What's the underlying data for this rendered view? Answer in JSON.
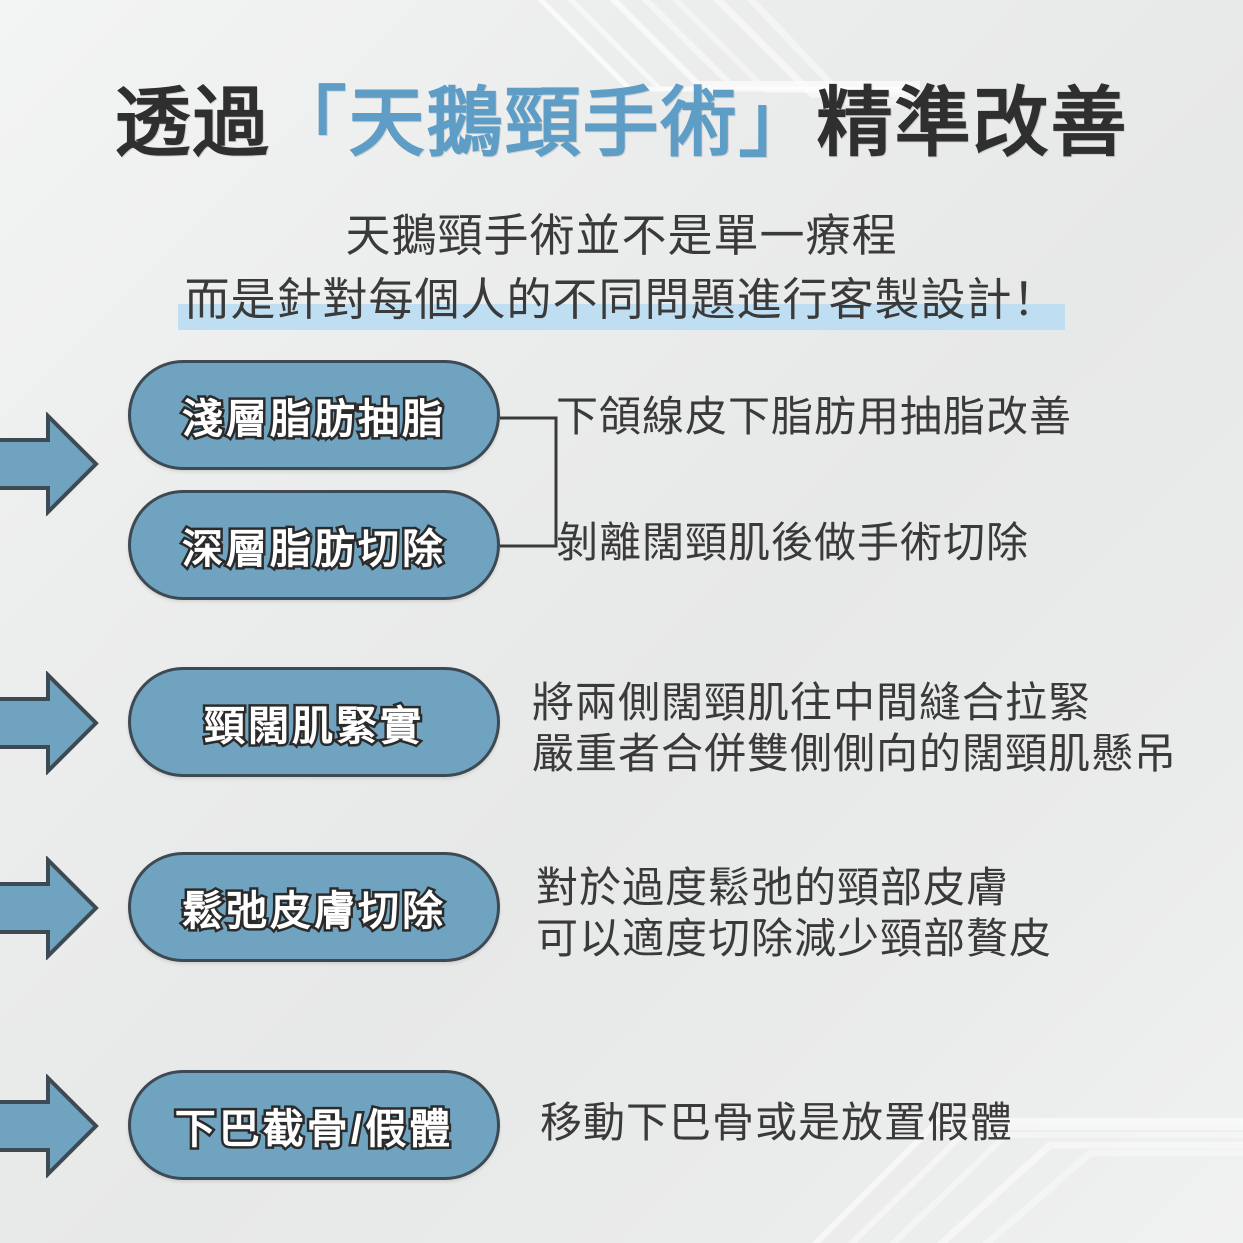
{
  "header": {
    "title_part1": "透過",
    "title_bracketed": "「天鵝頸手術」",
    "title_part2": "精準改善",
    "subtitle_line1": "天鵝頸手術並不是單一療程",
    "subtitle_line2": "而是針對每個人的不同問題進行客製設計！"
  },
  "colors": {
    "accent_blue": "#5d9dc6",
    "pill_fill": "#6fa3c0",
    "pill_border": "#3e4a53",
    "highlight_band": "#bfdef2",
    "background": "#e9eaea",
    "text_dark": "#3a3a3a"
  },
  "groups": [
    {
      "id": "group-fat",
      "arrow_icon": "right-arrow-icon",
      "has_bracket": true,
      "items": [
        {
          "pill_label": "淺層脂肪抽脂",
          "desc_lines": [
            "下頜線皮下脂肪用抽脂改善"
          ]
        },
        {
          "pill_label": "深層脂肪切除",
          "desc_lines": [
            "剝離闊頸肌後做手術切除"
          ]
        }
      ]
    },
    {
      "id": "group-platysma",
      "arrow_icon": "right-arrow-icon",
      "has_bracket": false,
      "items": [
        {
          "pill_label": "頸闊肌緊實",
          "desc_lines": [
            "將兩側闊頸肌往中間縫合拉緊",
            "嚴重者合併雙側側向的闊頸肌懸吊"
          ]
        }
      ]
    },
    {
      "id": "group-skin",
      "arrow_icon": "right-arrow-icon",
      "has_bracket": false,
      "items": [
        {
          "pill_label": "鬆弛皮膚切除",
          "desc_lines": [
            "對於過度鬆弛的頸部皮膚",
            "可以適度切除減少頸部贅皮"
          ]
        }
      ]
    },
    {
      "id": "group-chin",
      "arrow_icon": "right-arrow-icon",
      "has_bracket": false,
      "items": [
        {
          "pill_label": "下巴截骨/假體",
          "desc_lines": [
            "移動下巴骨或是放置假體"
          ]
        }
      ]
    }
  ]
}
